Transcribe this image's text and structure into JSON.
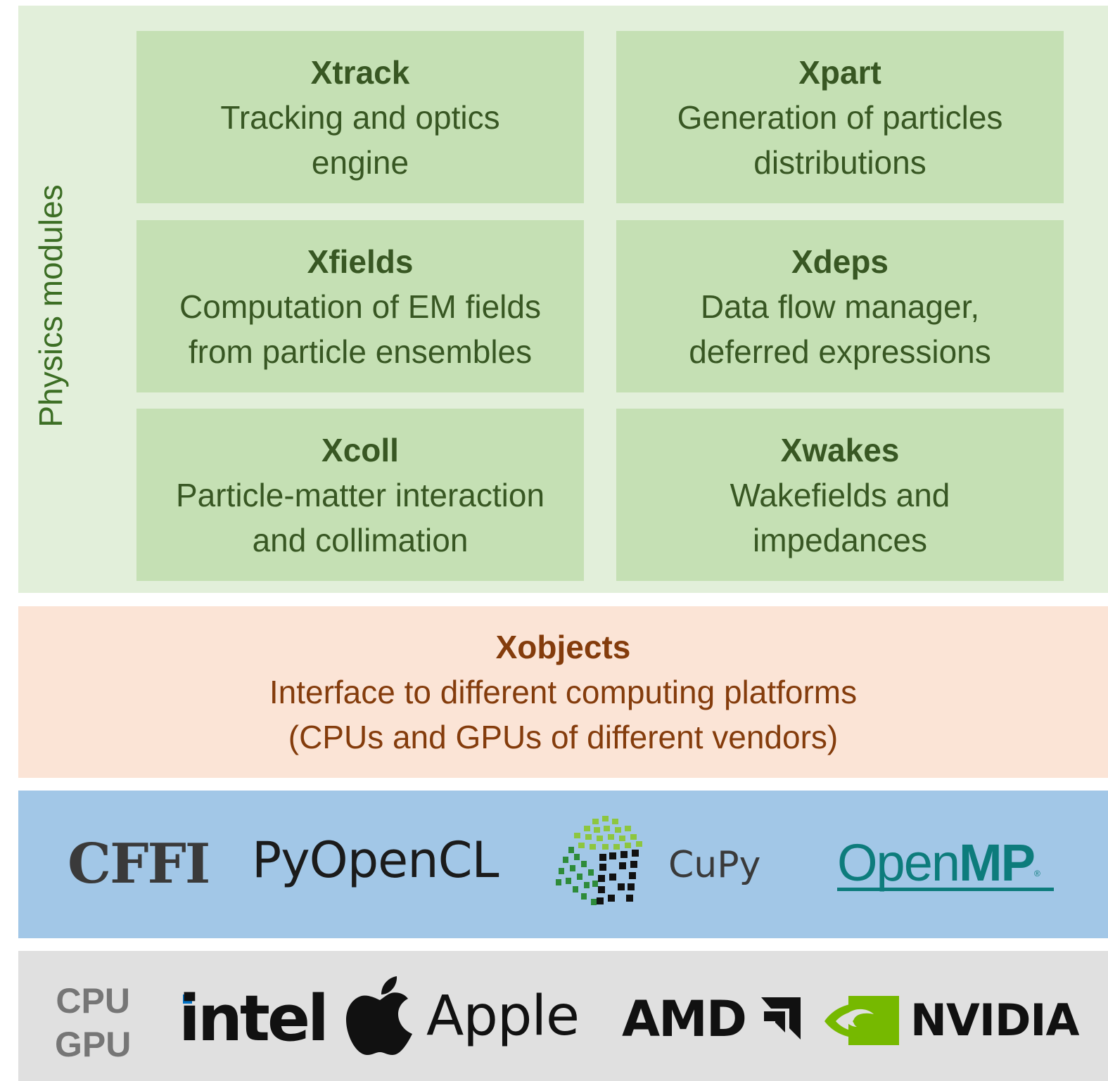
{
  "physics": {
    "label": "Physics modules",
    "modules": [
      {
        "name": "Xtrack",
        "desc": [
          "Tracking and optics",
          "engine"
        ]
      },
      {
        "name": "Xpart",
        "desc": [
          "Generation of particles",
          "distributions"
        ]
      },
      {
        "name": "Xfields",
        "desc": [
          "Computation of EM fields",
          "from particle ensembles"
        ]
      },
      {
        "name": "Xdeps",
        "desc": [
          "Data flow manager,",
          "deferred expressions"
        ]
      },
      {
        "name": "Xcoll",
        "desc": [
          "Particle-matter interaction",
          "and collimation"
        ]
      },
      {
        "name": "Xwakes",
        "desc": [
          "Wakefields and",
          "impedances"
        ]
      }
    ]
  },
  "xobjects": {
    "title": "Xobjects",
    "desc": [
      "Interface to different computing platforms",
      "(CPUs and GPUs of different vendors)"
    ]
  },
  "backends": {
    "cffi": "CFFI",
    "pyopencl": "PyOpenCL",
    "cupy": "CuPy",
    "openmp_open": "Open",
    "openmp_mp": "MP",
    "openmp_reg": "®"
  },
  "hardware": {
    "cpu": "CPU",
    "gpu": "GPU",
    "intel": "intel",
    "apple": "Apple",
    "amd": "AMD",
    "nvidia": "NVIDIA"
  },
  "colors": {
    "physics_bg": "#e2efda",
    "module_bg": "#c5e0b4",
    "module_text": "#385723",
    "xobjects_bg": "#fbe4d6",
    "xobjects_text": "#843c0c",
    "backends_bg": "#a2c7e7",
    "hardware_bg": "#e0e0e0",
    "openmp": "#0d7c7c",
    "nvidia_green": "#76b900",
    "intel_blue": "#0071c5"
  }
}
